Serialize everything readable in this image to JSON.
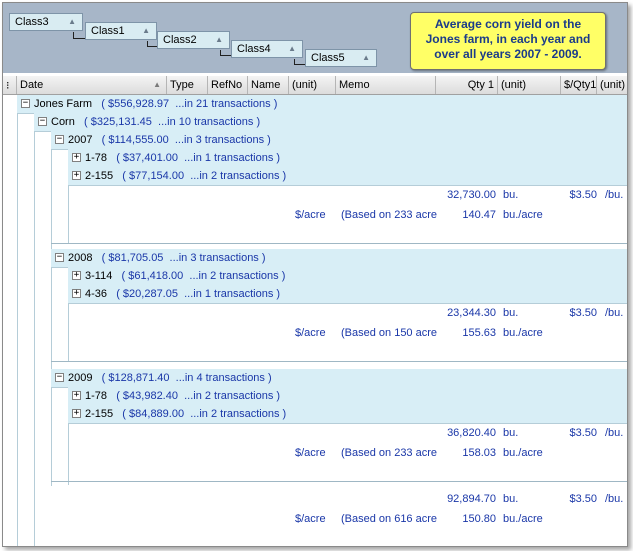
{
  "group_band": {
    "chips": [
      {
        "label": "Class3",
        "sort": "▲"
      },
      {
        "label": "Class1",
        "sort": "▲"
      },
      {
        "label": "Class2",
        "sort": "▲"
      },
      {
        "label": "Class4",
        "sort": "▲"
      },
      {
        "label": "Class5",
        "sort": "▲"
      }
    ],
    "note": [
      "Average corn yield on the",
      "Jones farm, in each year and",
      "over all years 2007 - 2009."
    ]
  },
  "header": {
    "selector_glyph": "⁝",
    "columns": [
      "Date",
      "Type",
      "RefNo",
      "Name",
      "(unit)",
      "Memo",
      "Qty 1",
      "(unit)",
      "$/Qty1",
      "(unit)"
    ],
    "date_sort": "▲"
  },
  "tree": {
    "farm": {
      "toggle": "−",
      "name": "Jones Farm",
      "summary": "( $556,928.97  ...in 21 transactions )"
    },
    "crop": {
      "toggle": "−",
      "name": "Corn",
      "summary": "( $325,131.45  ...in 10 transactions )"
    },
    "years": [
      {
        "toggle": "−",
        "name": "2007",
        "summary": "( $114,555.00  ...in 3 transactions )",
        "fields": [
          {
            "toggle": "+",
            "name": "1-78",
            "summary": "( $37,401.00  ...in 1 transactions )"
          },
          {
            "toggle": "+",
            "name": "2-155",
            "summary": "( $77,154.00  ...in 2 transactions )"
          }
        ],
        "total": {
          "qty": "32,730.00",
          "unit": "bu.",
          "price": "$3.50",
          "price_unit": "/bu.",
          "per_acre_unit": "$/acre",
          "memo": "(Based on 233 acre",
          "yield": "140.47",
          "yield_unit": "bu./acre"
        }
      },
      {
        "toggle": "−",
        "name": "2008",
        "summary": "( $81,705.05  ...in 3 transactions )",
        "fields": [
          {
            "toggle": "+",
            "name": "3-114",
            "summary": "( $61,418.00  ...in 2 transactions )"
          },
          {
            "toggle": "+",
            "name": "4-36",
            "summary": "( $20,287.05  ...in 1 transactions )"
          }
        ],
        "total": {
          "qty": "23,344.30",
          "unit": "bu.",
          "price": "$3.50",
          "price_unit": "/bu.",
          "per_acre_unit": "$/acre",
          "memo": "(Based on 150 acre",
          "yield": "155.63",
          "yield_unit": "bu./acre"
        }
      },
      {
        "toggle": "−",
        "name": "2009",
        "summary": "( $128,871.40  ...in 4 transactions )",
        "fields": [
          {
            "toggle": "+",
            "name": "1-78",
            "summary": "( $43,982.40  ...in 2 transactions )"
          },
          {
            "toggle": "+",
            "name": "2-155",
            "summary": "( $84,889.00  ...in 2 transactions )"
          }
        ],
        "total": {
          "qty": "36,820.40",
          "unit": "bu.",
          "price": "$3.50",
          "price_unit": "/bu.",
          "per_acre_unit": "$/acre",
          "memo": "(Based on 233 acre",
          "yield": "158.03",
          "yield_unit": "bu./acre"
        }
      }
    ],
    "grand_total": {
      "qty": "92,894.70",
      "unit": "bu.",
      "price": "$3.50",
      "price_unit": "/bu.",
      "per_acre_unit": "$/acre",
      "memo": "(Based on 616 acre",
      "yield": "150.80",
      "yield_unit": "bu./acre"
    }
  }
}
